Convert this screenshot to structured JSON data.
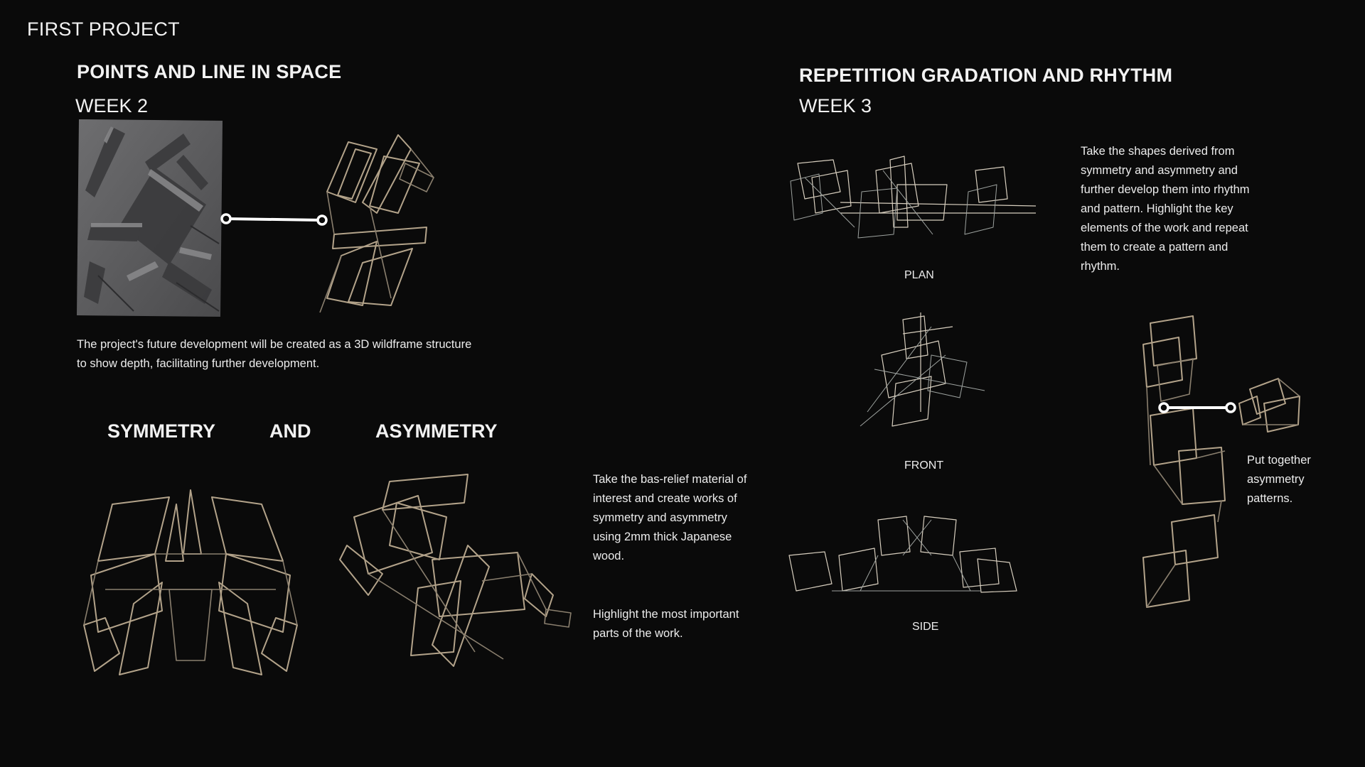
{
  "header": {
    "title": "FIRST PROJECT"
  },
  "week2": {
    "title": "POINTS AND LINE IN SPACE",
    "week": "WEEK 2",
    "description": "The project's future development will be created as a 3D wildframe structure to show depth, facilitating further development.",
    "sym_label": "SYMMETRY",
    "and_label": "AND",
    "asym_label": "ASYMMETRY",
    "instructions": "Take the bas-relief material of interest and create works of symmetry and asymmetry using 2mm thick Japanese wood.",
    "highlight": "Highlight the most important parts of the work."
  },
  "week3": {
    "title": "REPETITION GRADATION AND RHYTHM",
    "week": "WEEK 3",
    "description": "Take the shapes derived from symmetry and asymmetry and further develop them into rhythm and pattern. Highlight the key elements of the work and repeat them to create a pattern and rhythm.",
    "plan_label": "PLAN",
    "front_label": "FRONT",
    "side_label": "SIDE",
    "note": "Put together asymmetry patterns."
  }
}
